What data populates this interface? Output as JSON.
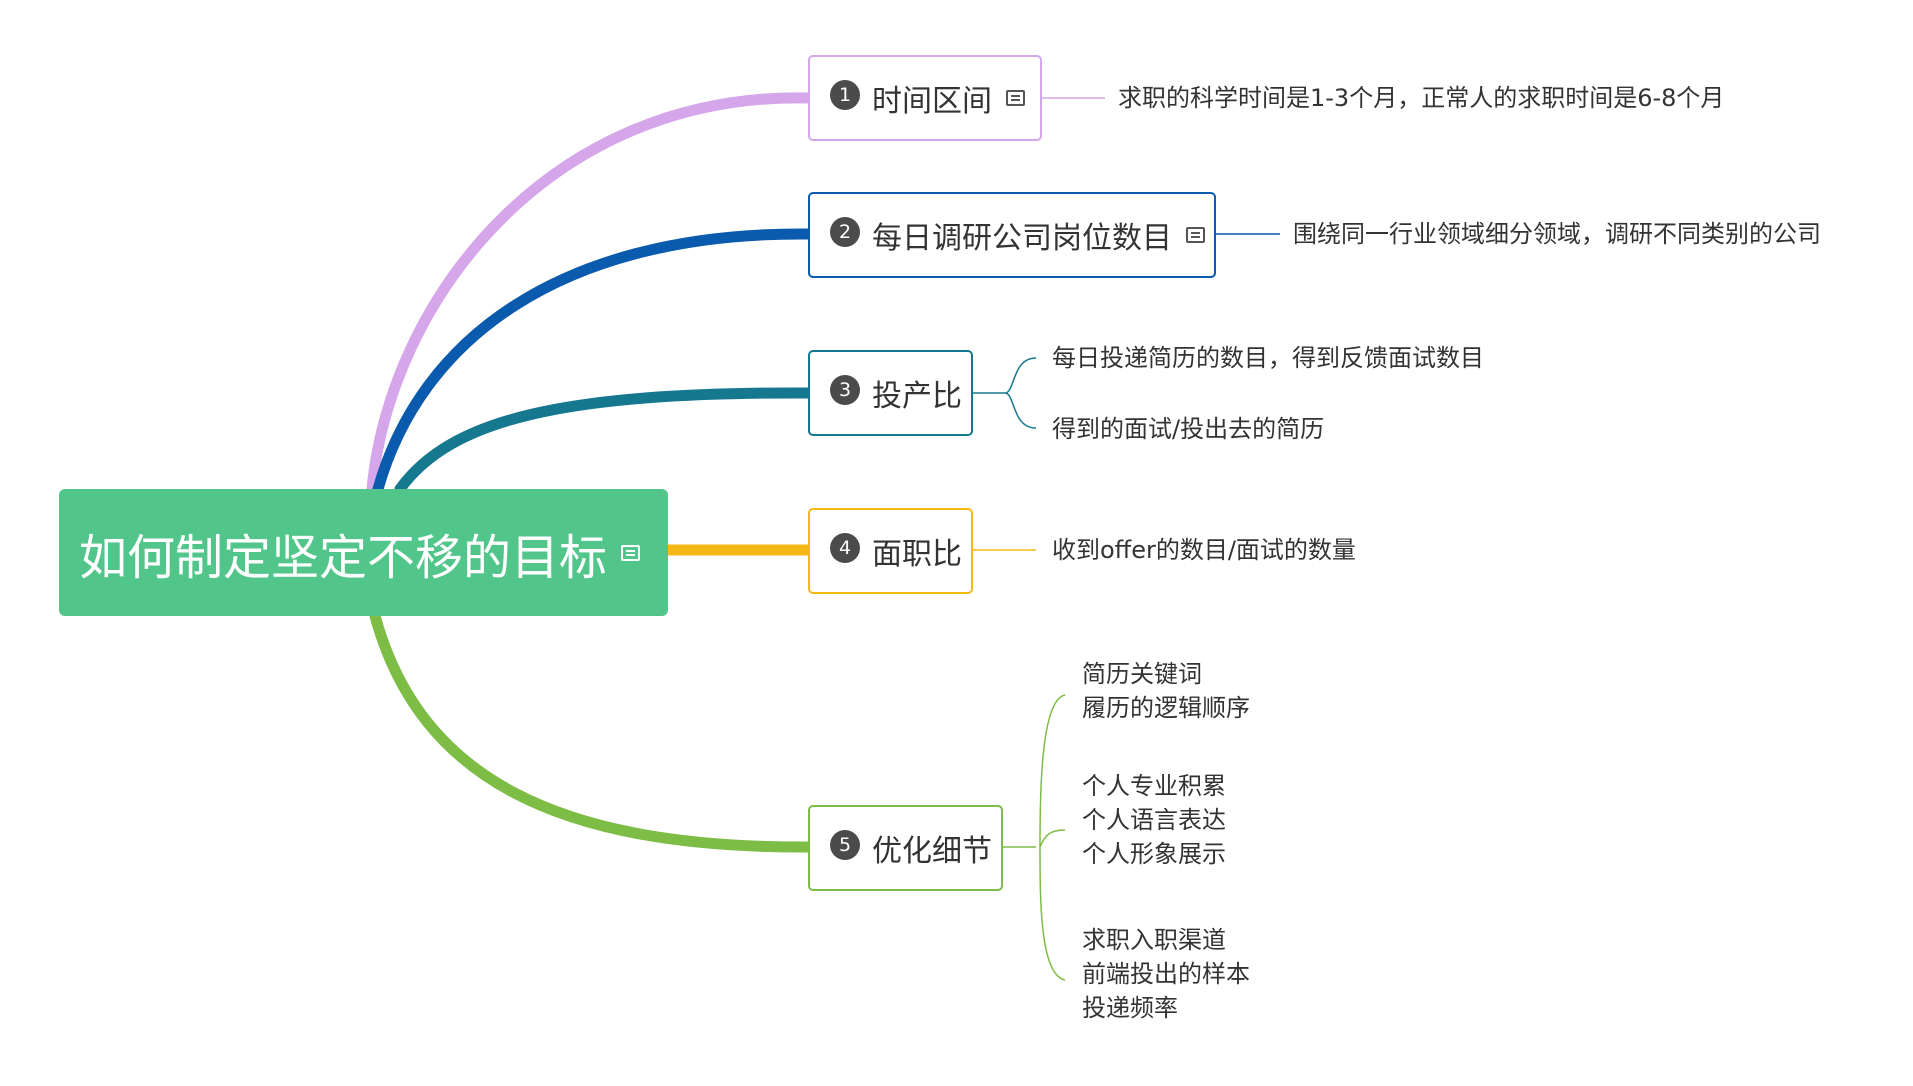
{
  "root": {
    "title": "如何制定坚定不移的目标"
  },
  "colors": {
    "root_bg": "#52c68a",
    "branch1": "#d5a6ea",
    "branch2": "#0a5aad",
    "branch3": "#16788f",
    "branch4": "#f5b915",
    "branch5": "#7dbd46"
  },
  "topics": [
    {
      "num": "1",
      "label": "时间区间",
      "has_note": true,
      "children": [
        "求职的科学时间是1-3个月，正常人的求职时间是6-8个月"
      ]
    },
    {
      "num": "2",
      "label": "每日调研公司岗位数目",
      "has_note": true,
      "children": [
        "围绕同一行业领域细分领域，调研不同类别的公司"
      ]
    },
    {
      "num": "3",
      "label": "投产比",
      "has_note": false,
      "children": [
        "每日投递简历的数目，得到反馈面试数目",
        "得到的面试/投出去的简历"
      ]
    },
    {
      "num": "4",
      "label": "面职比",
      "has_note": false,
      "children": [
        "收到offer的数目/面试的数量"
      ]
    },
    {
      "num": "5",
      "label": "优化细节",
      "has_note": false,
      "children": [
        [
          "简历关键词",
          "履历的逻辑顺序"
        ],
        [
          "个人专业积累",
          "个人语言表达",
          "个人形象展示"
        ],
        [
          "求职入职渠道",
          "前端投出的样本",
          "投递频率"
        ]
      ]
    }
  ]
}
